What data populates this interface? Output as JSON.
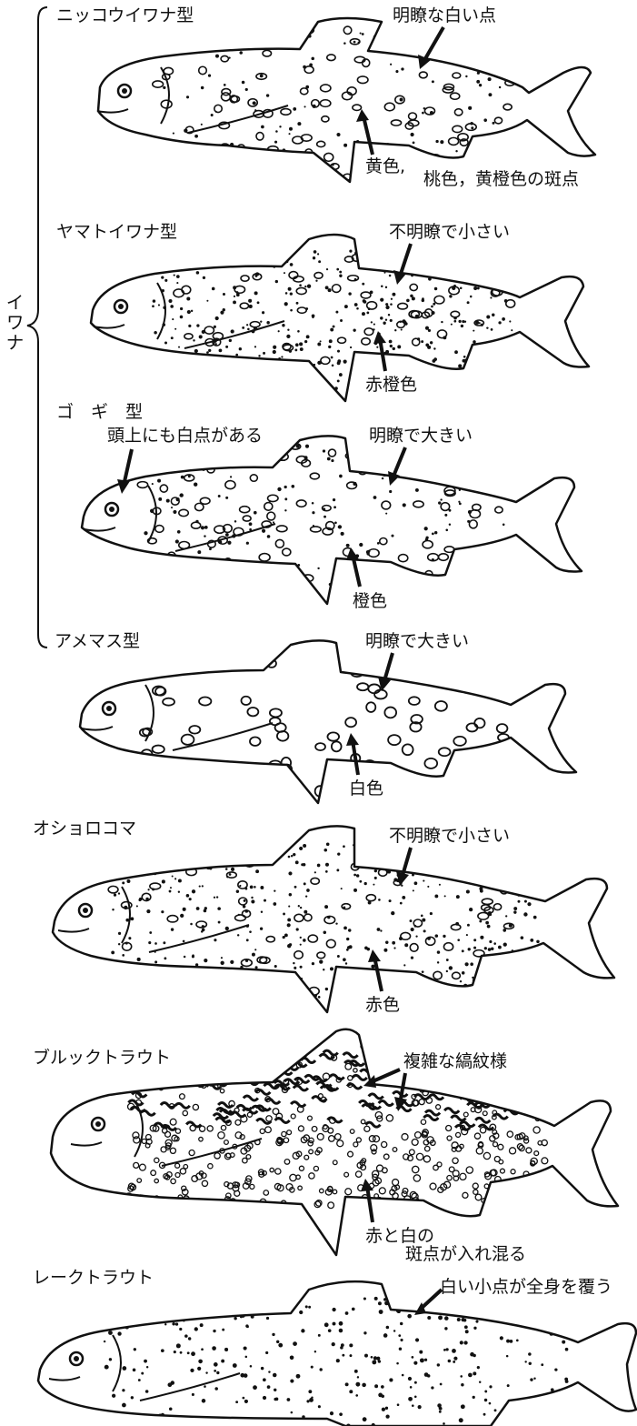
{
  "group_label": "イワナ",
  "fish": [
    {
      "name": "ニッコウイワナ型",
      "spot_style": "mixed",
      "annotations": [
        "明瞭な白い点",
        "黄色,",
        "桃色，黄橙色の斑点"
      ]
    },
    {
      "name": "ヤマトイワナ型",
      "spot_style": "dense",
      "annotations": [
        "不明瞭で小さい",
        "赤橙色"
      ]
    },
    {
      "name": "ゴ　ギ　型",
      "spot_style": "mixed",
      "annotations": [
        "頭上にも白点がある",
        "明瞭で大きい",
        "橙色"
      ]
    },
    {
      "name": "アメマス型",
      "spot_style": "sparse",
      "annotations": [
        "明瞭で大きい",
        "白色"
      ]
    },
    {
      "name": "オショロコマ",
      "spot_style": "dense",
      "annotations": [
        "不明瞭で小さい",
        "赤色"
      ]
    },
    {
      "name": "ブルックトラウト",
      "spot_style": "vermiculated",
      "annotations": [
        "複雑な縞紋様",
        "赤と白の",
        "斑点が入れ混る"
      ]
    },
    {
      "name": "レークトラウト",
      "spot_style": "speckled",
      "annotations": [
        "白い小点が全身を覆う"
      ]
    }
  ],
  "colors": {
    "ink": "#111111",
    "paper": "#ffffff"
  }
}
